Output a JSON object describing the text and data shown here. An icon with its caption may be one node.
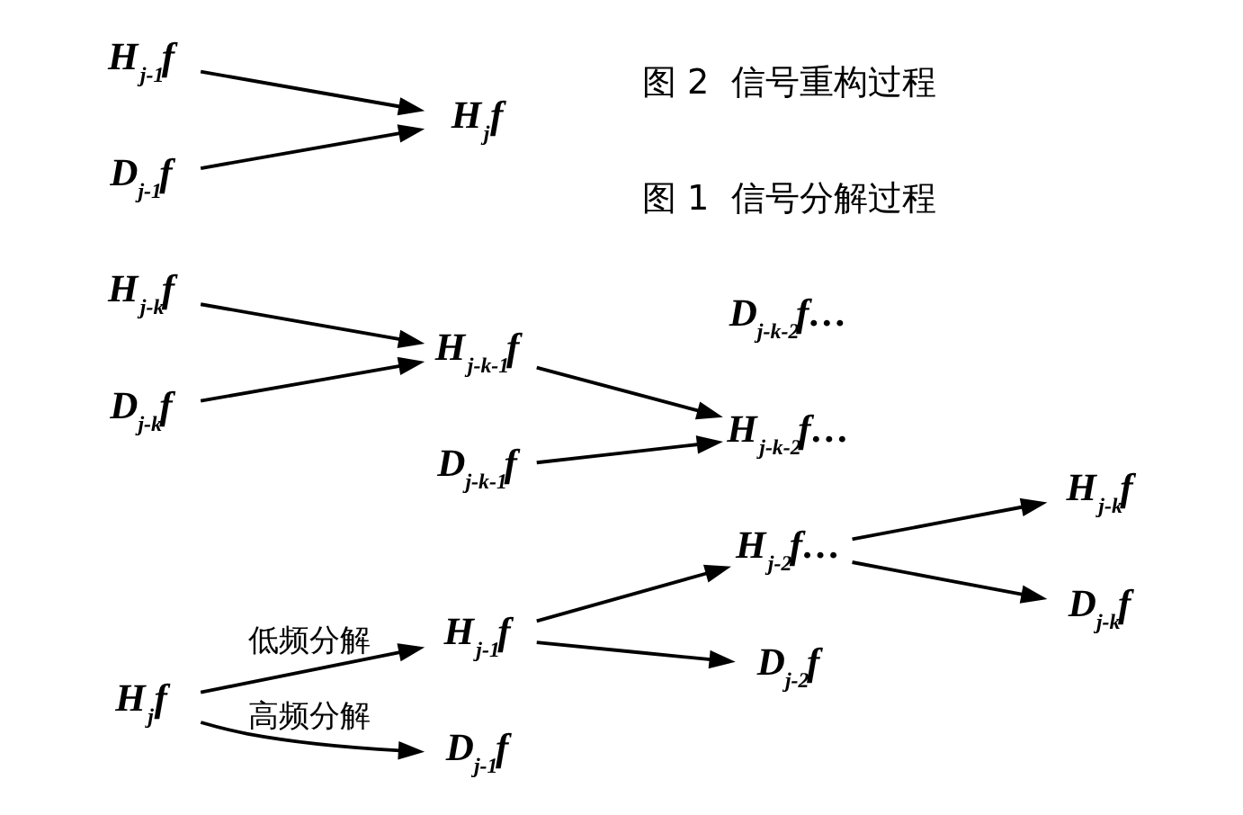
{
  "diagram": {
    "nodes": [
      {
        "text": [
          "H$_{j}$f"
        ]
      },
      {
        "text": [
          "H$_{j-1}$f"
        ]
      },
      {
        "text": [
          "H$_{j-2}$f…"
        ]
      },
      {
        "text": [
          "H$_{j-k}$f"
        ]
      },
      {
        "text": [
          "D$_{j-1}$f"
        ]
      },
      {
        "text": [
          "D$_{j-2}$f"
        ]
      },
      {
        "text": [
          "D$_{j-k}$f"
        ]
      },
      {
        "text": [
          "H$_{j-k}$f"
        ]
      },
      {
        "text": [
          "H$_{j-k-1}$f"
        ]
      },
      {
        "text": [
          "H$_{j-k-2}$f…"
        ]
      },
      {
        "text": [
          "H$_{j-1}$f"
        ]
      },
      {
        "text": [
          "H$_{j}$f"
        ]
      },
      {
        "text": [
          "D$_{j-k}$f"
        ]
      },
      {
        "text": [
          "D$_{j-k-1}$f"
        ]
      },
      {
        "text": [
          "D$_{j-k-2}$f…"
        ]
      },
      {
        "text": [
          "D$_{j-1}$f"
        ]
      }
    ],
    "edges": [
      {
        "from": 0,
        "to": 1,
        "arrow": "to",
        "label": "低频分解"
      },
      {
        "from": 0,
        "to": 4,
        "arrow": "to",
        "label": "高频分解"
      },
      {
        "from": 1,
        "to": 2,
        "arrow": "to"
      },
      {
        "from": 1,
        "to": 5,
        "arrow": "to"
      },
      {
        "from": 2,
        "to": 3,
        "arrow": "to"
      },
      {
        "from": 2,
        "to": 6,
        "arrow": "to"
      },
      {
        "from": 7,
        "to": 8,
        "arrow": "to"
      },
      {
        "from": 12,
        "to": 8,
        "arrow": "to"
      },
      {
        "from": 8,
        "to": 9,
        "arrow": "to"
      },
      {
        "from": 13,
        "to": 9,
        "arrow": "to"
      },
      {
        "from": 10,
        "to": 11,
        "arrow": "to"
      },
      {
        "from": 15,
        "to": 11,
        "arrow": "to"
      }
    ],
    "labels": [
      "图 1  信号分解过程",
      "图 2  信号重构过程"
    ]
  }
}
